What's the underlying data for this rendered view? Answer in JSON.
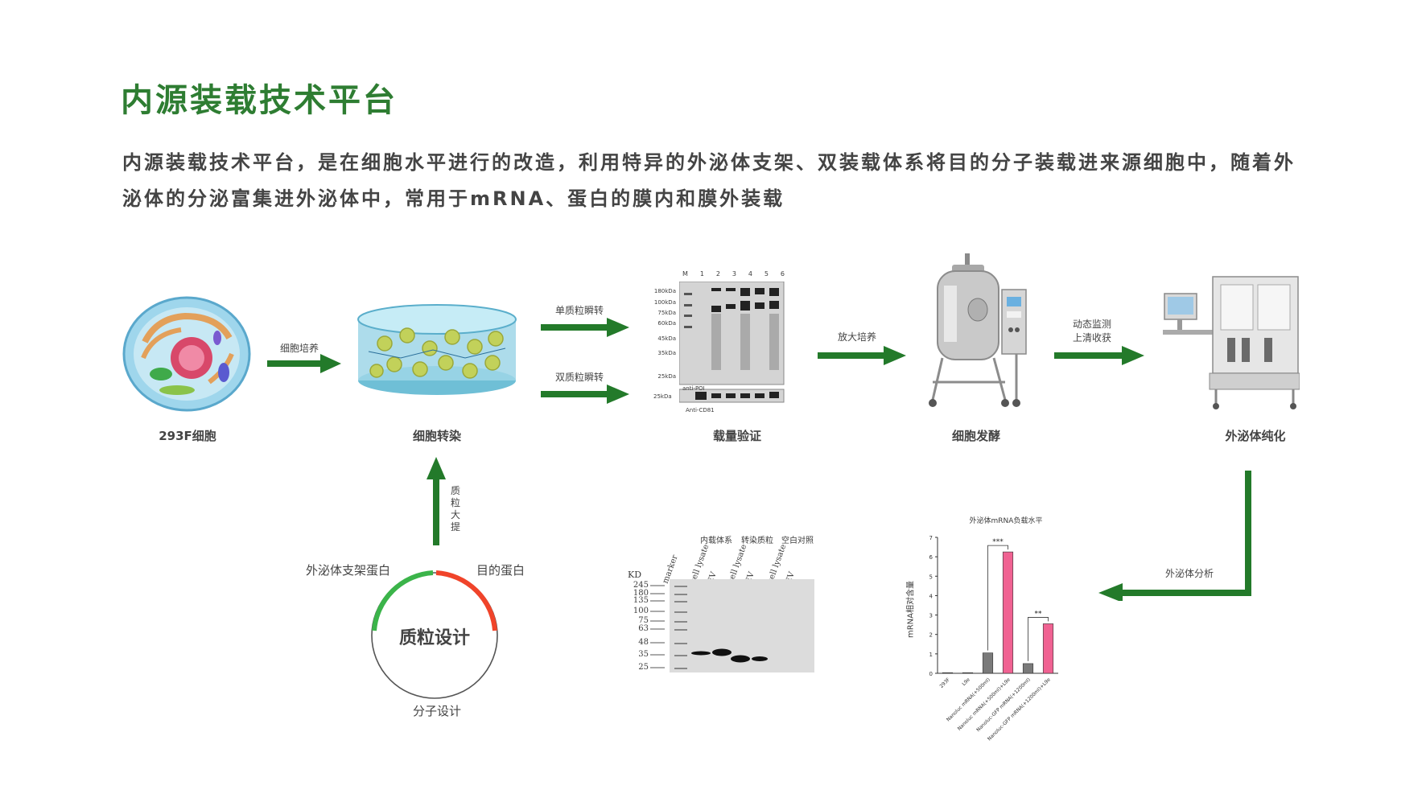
{
  "title": "内源装载技术平台",
  "description": "内源装载技术平台，是在细胞水平进行的改造，利用特异的外泌体支架、双装载体系将目的分子装载进来源细胞中，随着外泌体的分泌富集进外泌体中，常用于mRNA、蛋白的膜内和膜外装载",
  "colors": {
    "green": "#2e7d32",
    "arrow_green": "#237a2a",
    "plasmid_green": "#3bb44a",
    "plasmid_red": "#f0442a",
    "pink_bar": "#f06292",
    "gray_bar": "#7a7a7a"
  },
  "workflow": {
    "steps": [
      {
        "caption": "293F细胞",
        "icon": "cell-icon"
      },
      {
        "caption": "细胞转染",
        "icon": "transfection-dish-icon"
      },
      {
        "caption": "载量验证",
        "icon": "western-blot-icon"
      },
      {
        "caption": "细胞发酵",
        "icon": "bioreactor-icon"
      },
      {
        "caption": "外泌体纯化",
        "icon": "purification-system-icon"
      }
    ],
    "arrows": {
      "culture": "细胞培养",
      "single_plasmid": "单质粒瞬转",
      "double_plasmid": "双质粒瞬转",
      "scale_up": "放大培养",
      "monitor_line1": "动态监测",
      "monitor_line2": "上清收获",
      "analysis": "外泌体分析",
      "plasmid_prep": "质粒大提"
    }
  },
  "blot_top": {
    "lanes": [
      "M",
      "1",
      "2",
      "3",
      "4",
      "5",
      "6"
    ],
    "markers": [
      "180kDa",
      "100kDa",
      "75kDa",
      "60kDa",
      "45kDa",
      "35kDa",
      "25kDa"
    ],
    "antibody_1": "anti-POI",
    "lower_marker": "25kDa",
    "antibody_2": "Anti-CD81"
  },
  "plasmid": {
    "center": "质粒设计",
    "left_label": "外泌体支架蛋白",
    "right_label": "目的蛋白",
    "bottom_label": "分子设计"
  },
  "blot_bottom": {
    "groups": [
      "内载体系",
      "转染质粒",
      "空白对照"
    ],
    "lanes": [
      "marker",
      "cell lysate",
      "EV",
      "cell lysate",
      "EV",
      "cell lysate",
      "EV"
    ],
    "unit": "KD",
    "markers": [
      "245",
      "180",
      "135",
      "100",
      "75",
      "63",
      "48",
      "35",
      "25"
    ]
  },
  "chart_data": {
    "type": "bar",
    "title": "外泌体mRNA负载水平",
    "ylabel": "mRNA相对含量",
    "xlabel": "",
    "ylim": [
      0,
      7
    ],
    "yticks": [
      "0",
      "1",
      "2",
      "3",
      "4",
      "5",
      "6",
      "7"
    ],
    "categories": [
      "293F",
      "L9e",
      "Nanoluc mRNA(+500ml)",
      "Nanoluc mRNA(+500ml)+L9e",
      "Nanoluc-GFP mRNA(+1200ml)",
      "Nanoluc-GFP mRNA(+1200ml)+L9e"
    ],
    "values": [
      0.0,
      0.0,
      1.05,
      6.25,
      0.5,
      2.55
    ],
    "bar_colors": [
      "#7a7a7a",
      "#7a7a7a",
      "#7a7a7a",
      "#f06292",
      "#7a7a7a",
      "#f06292"
    ],
    "significance": [
      {
        "label": "***",
        "between": [
          2,
          3
        ]
      },
      {
        "label": "**",
        "between": [
          4,
          5
        ]
      }
    ],
    "grid": false
  }
}
